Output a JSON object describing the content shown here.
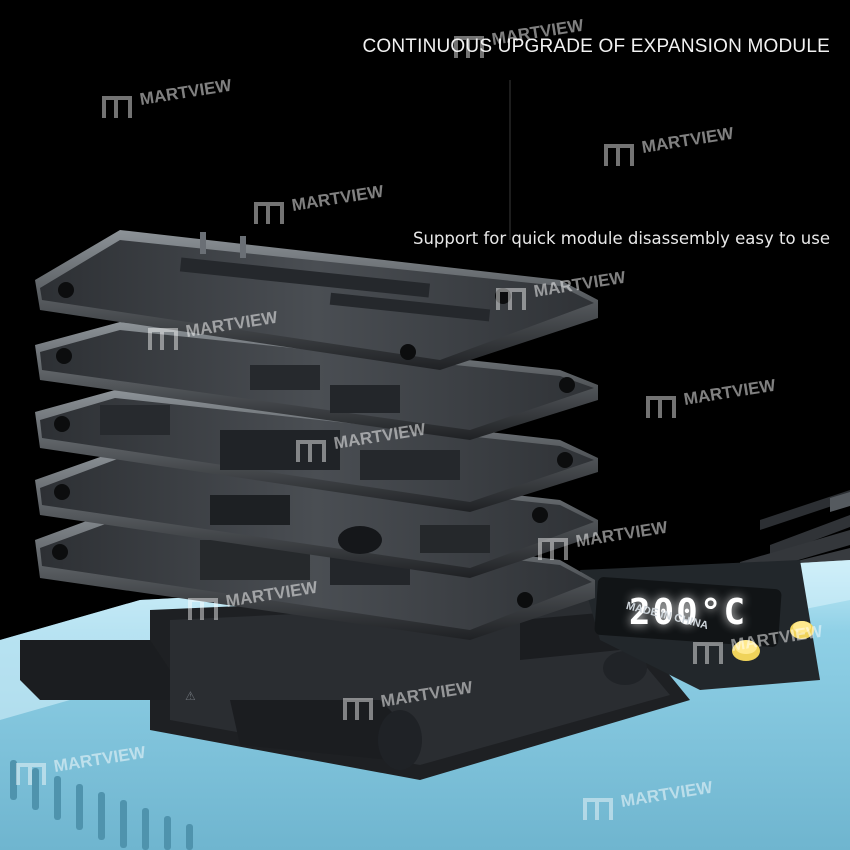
{
  "headline": "CONTINUOUS UPGRADE OF EXPANSION MODULE",
  "subline": "Support for quick module disassembly easy to use",
  "watermark": "MARTVIEW",
  "device": {
    "display_value": "200°C",
    "made_in": "MADE IN CHINA"
  },
  "colors": {
    "background": "#000000",
    "plate": "#3a3e42",
    "base_body": "#8fd0e6",
    "button": "#f0d35a"
  }
}
